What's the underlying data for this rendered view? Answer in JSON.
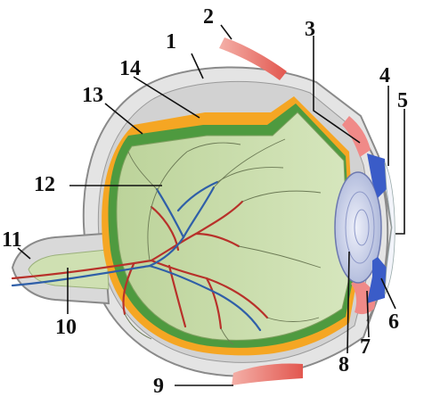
{
  "labels": {
    "l1": "1",
    "l2": "2",
    "l3": "3",
    "l4": "4",
    "l5": "5",
    "l6": "6",
    "l7": "7",
    "l8": "8",
    "l9": "9",
    "l10": "10",
    "l11": "11",
    "l12": "12",
    "l13": "13",
    "l14": "14"
  },
  "colors": {
    "sclera": "#e2e2e2",
    "choroid_band": "#f5a623",
    "retina": "#4e9a3f",
    "vitreous": "#c8dcaa",
    "artery": "#b8312a",
    "vein": "#2f5fa8",
    "muscle": "#e8706a",
    "iris": "#3a5cc8",
    "lens": "#c7cfe8"
  }
}
